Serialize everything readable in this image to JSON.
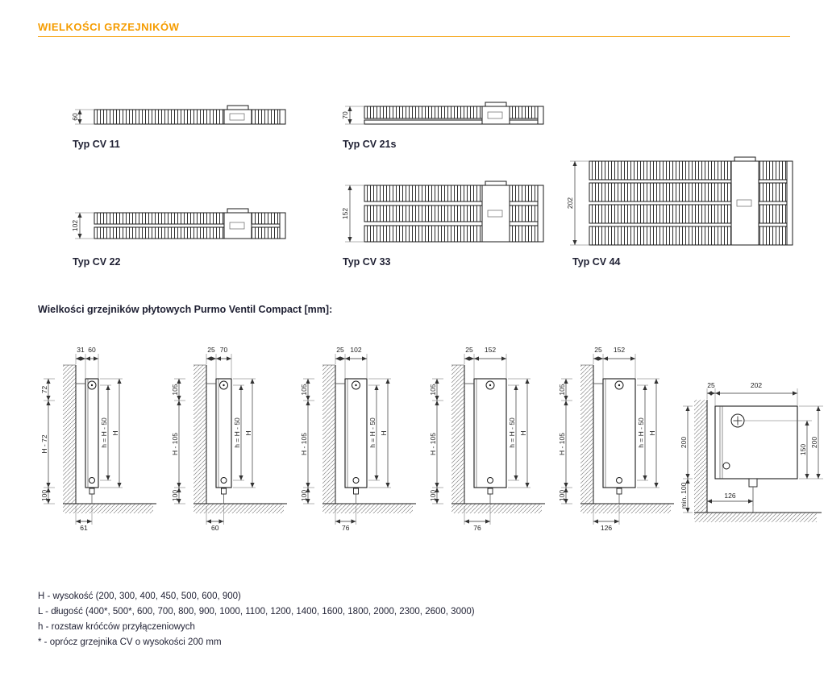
{
  "colors": {
    "accent": "#F59C00"
  },
  "header": {
    "title": "WIELKOŚCI GRZEJNIKÓW"
  },
  "top_views": [
    {
      "label": "Typ CV 11",
      "depth": "60"
    },
    {
      "label": "Typ CV 21s",
      "depth": "70"
    },
    {
      "label": "Typ CV 22",
      "depth": "102"
    },
    {
      "label": "Typ CV 33",
      "depth": "152"
    },
    {
      "label": "Typ CV 44",
      "depth": "202"
    }
  ],
  "section_title": "Wielkości grzejników płytowych Purmo Ventil Compact [mm]:",
  "side_views": [
    {
      "top_width": "60",
      "wall_gap": "31",
      "upper_offset": "72",
      "wall_height": "H - 72",
      "floor_clearance": "100",
      "connection_spacing": "h = H - 50",
      "height": "H",
      "bottom_offset": "61"
    },
    {
      "top_width": "70",
      "wall_gap": "25",
      "upper_offset": "105",
      "wall_height": "H - 105",
      "floor_clearance": "100",
      "connection_spacing": "h = H - 50",
      "height": "H",
      "bottom_offset": "60"
    },
    {
      "top_width": "102",
      "wall_gap": "25",
      "upper_offset": "105",
      "wall_height": "H - 105",
      "floor_clearance": "100",
      "connection_spacing": "h = H - 50",
      "height": "H",
      "bottom_offset": "76"
    },
    {
      "top_width": "152",
      "wall_gap": "25",
      "upper_offset": "105",
      "wall_height": "H - 105",
      "floor_clearance": "100",
      "connection_spacing": "h = H - 50",
      "height": "H",
      "bottom_offset": "76"
    },
    {
      "top_width": "152",
      "wall_gap": "25",
      "upper_offset": "105",
      "wall_height": "H - 105",
      "floor_clearance": "100",
      "connection_spacing": "h = H - 50",
      "height": "H",
      "bottom_offset": "126"
    }
  ],
  "corner_view": {
    "top_width": "202",
    "wall_gap": "25",
    "left_height": "200",
    "right_inner": "150",
    "right_outer": "200",
    "bottom_left": "min. 100",
    "bottom_offset": "126"
  },
  "footnotes": [
    "H - wysokość (200, 300, 400, 450, 500, 600, 900)",
    "L - długość (400*, 500*, 600, 700, 800, 900, 1000, 1100, 1200, 1400, 1600, 1800, 2000, 2300, 2600, 3000)",
    "h - rozstaw króćców przyłączeniowych",
    "* - oprócz grzejnika CV o wysokości 200 mm"
  ]
}
